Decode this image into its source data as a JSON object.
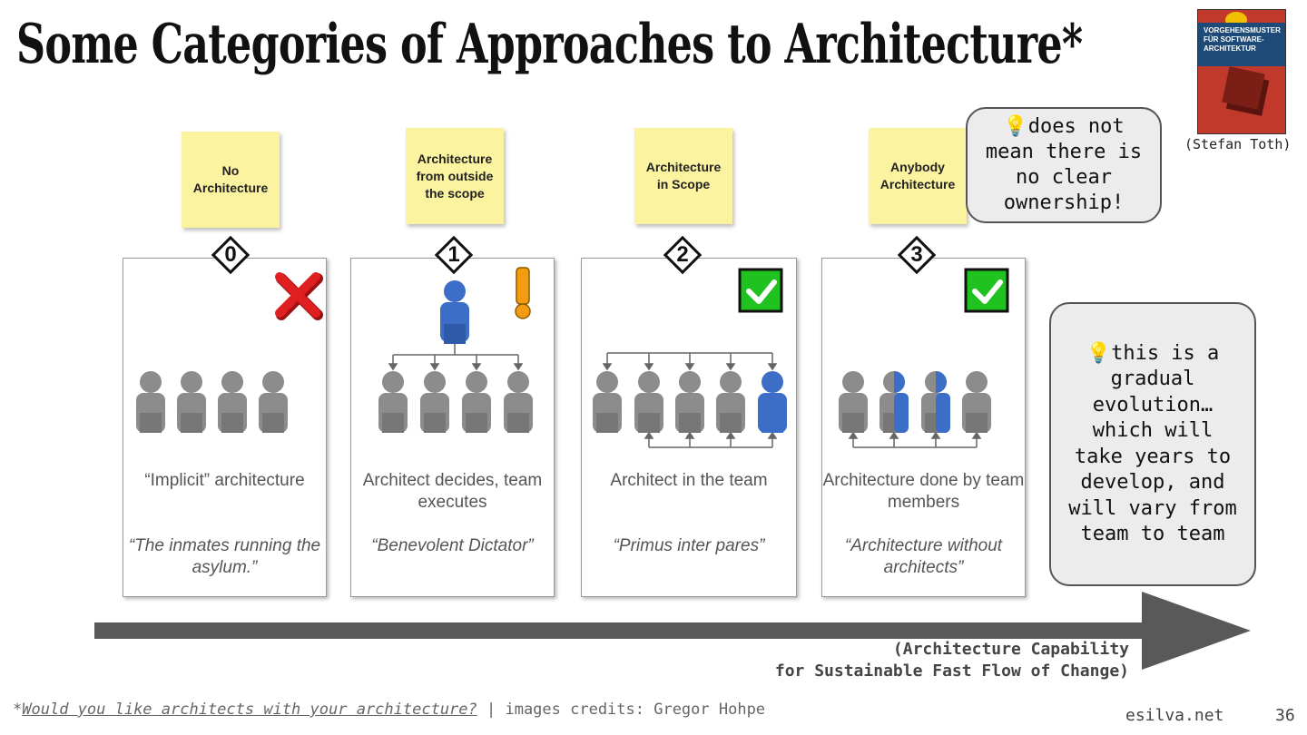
{
  "slide": {
    "title": "Some Categories of Approaches to Architecture*",
    "book_caption": "(Stefan Toth)",
    "book_cover_text": "VORGEHENSMUSTER FÜR SOFTWARE-ARCHITEKTUR",
    "page_number": "36",
    "site": "esilva.net"
  },
  "approaches": [
    {
      "number": "0",
      "sticky": "No Architecture",
      "description": "“Implicit” architecture",
      "quote": "“The inmates running the asylum.”",
      "status_icon": "red-cross-icon",
      "people": 4,
      "highlighted": []
    },
    {
      "number": "1",
      "sticky": "Architecture from outside the scope",
      "description": "Architect decides, team executes",
      "quote": "“Benevolent Dictator”",
      "status_icon": "exclamation-icon",
      "people": 4,
      "highlighted": []
    },
    {
      "number": "2",
      "sticky": "Architecture in Scope",
      "description": "Architect in the team",
      "quote": "“Primus inter pares”",
      "status_icon": "green-check-icon",
      "people": 5,
      "highlighted": [
        4
      ]
    },
    {
      "number": "3",
      "sticky": "Anybody Architecture",
      "description": "Architecture done by team members",
      "quote": "“Architecture without architects”",
      "status_icon": "green-check-icon",
      "people": 4,
      "highlighted": [
        1,
        2
      ]
    }
  ],
  "bubbles": {
    "ownership": "💡does not mean there is no clear ownership!",
    "evolution": "💡this is a gradual evolution… which will take years to develop, and will vary from team to team"
  },
  "axis": {
    "line1": "(Architecture Capability",
    "line2": "for Sustainable Fast Flow of Change)"
  },
  "footer": {
    "prefix": "*",
    "link_text": "Would you like architects with your architecture?",
    "credits": " | images credits: Gregor Hohpe"
  },
  "colors": {
    "sticky": "#fbf3a0",
    "person_gray": "#8c8c8c",
    "person_blue": "#3c6ec8",
    "check_green": "#1fc21f",
    "cross_red": "#e02020",
    "exclaim_orange": "#f39c12",
    "arrow": "#595959"
  }
}
